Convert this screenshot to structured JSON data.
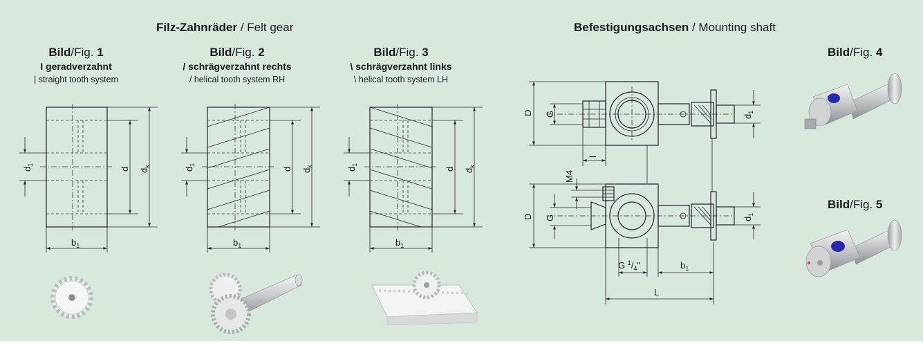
{
  "left_section": {
    "title_bold": "Filz-Zahnräder",
    "title_rest": " / Felt gear"
  },
  "right_section": {
    "title_bold": "Befestigungsachsen",
    "title_rest": " / Mounting shaft"
  },
  "figures": [
    {
      "bold": "Bild",
      "mid": "/Fig. ",
      "num": "1",
      "line1": "I geradverzahnt",
      "line2": "| straight tooth system"
    },
    {
      "bold": "Bild",
      "mid": "/Fig. ",
      "num": "2",
      "line1": "/ schrägverzahnt rechts",
      "line2": "/ helical tooth system RH"
    },
    {
      "bold": "Bild",
      "mid": "/Fig. ",
      "num": "3",
      "line1": "\\ schrägverzahnt links",
      "line2": "\\ helical tooth system LH"
    },
    {
      "bold": "Bild",
      "mid": "/Fig. ",
      "num": "4"
    },
    {
      "bold": "Bild",
      "mid": "/Fig. ",
      "num": "5"
    }
  ],
  "dims": {
    "d1": "d",
    "d1_sub": "1",
    "d": "d",
    "dk": "d",
    "dk_sub": "k",
    "b1": "b",
    "b1_sub": "1",
    "D": "D",
    "G": "G",
    "l": "l",
    "M4": "M4",
    "G14": "G ",
    "G14_num": "1",
    "G14_slash": "/",
    "G14_den": "4",
    "G14_inch": "\"",
    "L": "L"
  },
  "colors": {
    "panel": "#d8e8dc",
    "metal": "#c4c6c8",
    "gear": "#eef0f0",
    "hole": "#2a2aa8"
  }
}
